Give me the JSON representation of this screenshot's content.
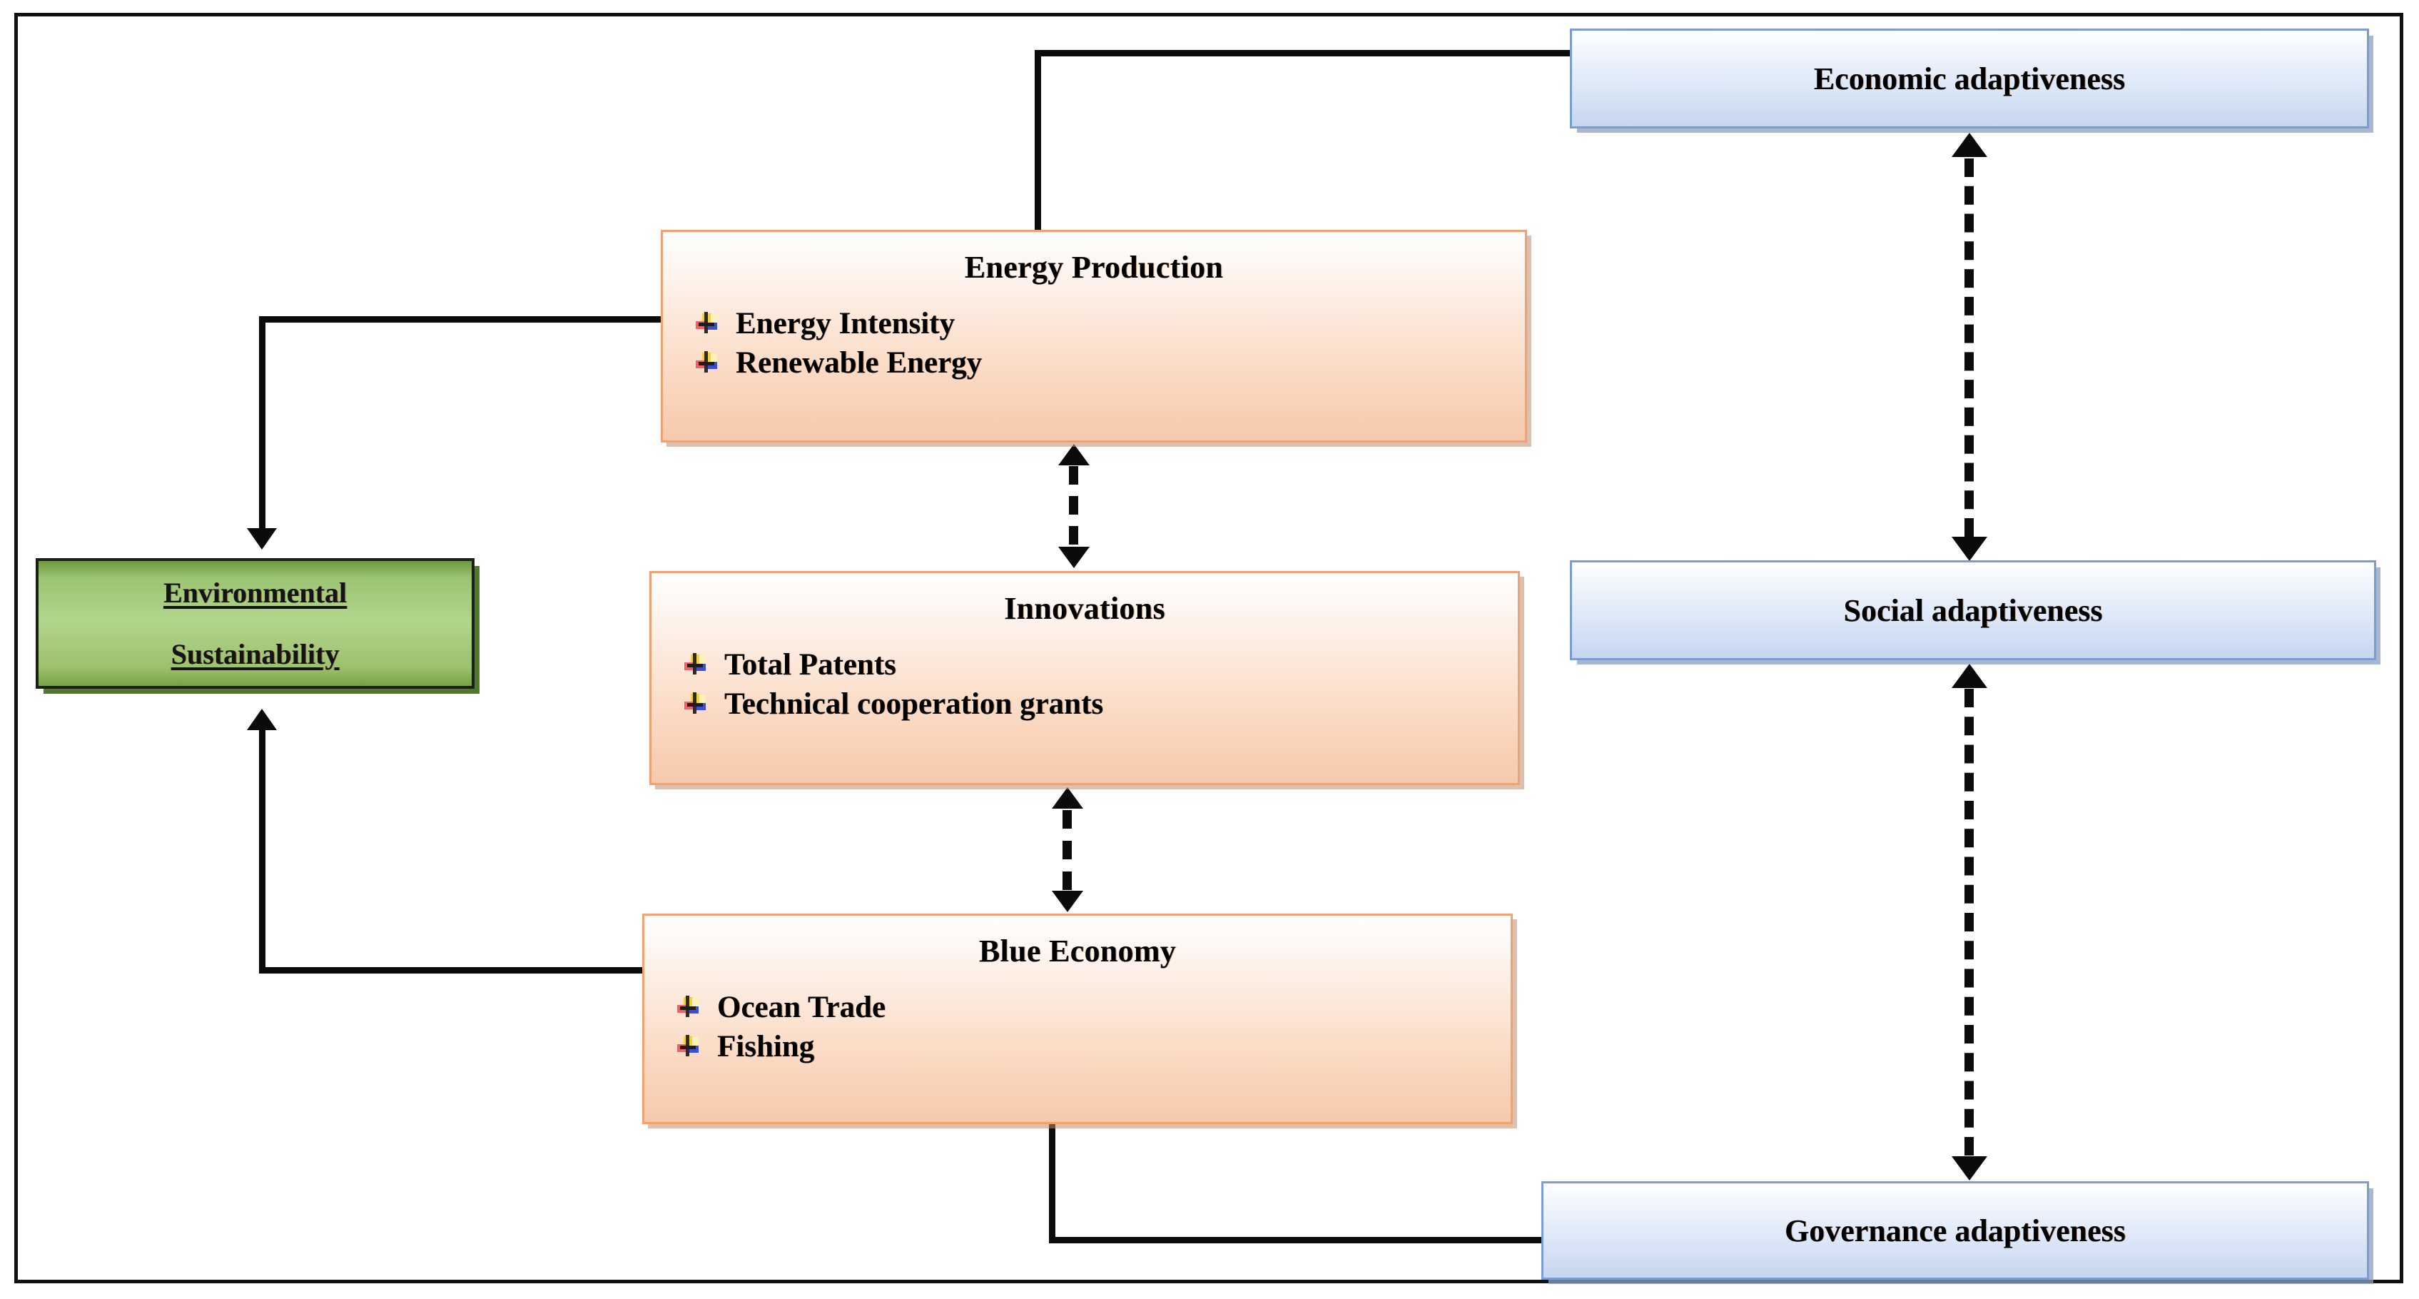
{
  "diagram": {
    "title_shown": false,
    "colors": {
      "driver_fill_top": "#ffffff",
      "driver_fill_bottom": "#f7c9ab",
      "driver_border": "#f2a172",
      "outcome_fill_top": "#ffffff",
      "outcome_fill_bottom": "#c6d6ef",
      "outcome_border": "#7a9ed4",
      "target_fill": "#b2d58d",
      "target_border": "#1d1d1d",
      "connector": "#0b0b0b",
      "frame": "#111111"
    },
    "driver_nodes": [
      {
        "id": "energy-production",
        "title": "Energy Production",
        "items": [
          {
            "bullet": "pinwheel-bullet-icon",
            "label": "Energy Intensity"
          },
          {
            "bullet": "pinwheel-bullet-icon",
            "label": "Renewable Energy"
          }
        ]
      },
      {
        "id": "innovations",
        "title": "Innovations",
        "items": [
          {
            "bullet": "pinwheel-bullet-icon",
            "label": "Total Patents"
          },
          {
            "bullet": "pinwheel-bullet-icon",
            "label": "Technical cooperation grants"
          }
        ]
      },
      {
        "id": "blue-economy",
        "title": "Blue Economy",
        "items": [
          {
            "bullet": "pinwheel-bullet-icon",
            "label": "Ocean Trade"
          },
          {
            "bullet": "pinwheel-bullet-icon",
            "label": "Fishing"
          }
        ]
      }
    ],
    "target_node": {
      "id": "environmental-sustainability",
      "line1": "Environmental",
      "line2": "Sustainability"
    },
    "outcome_nodes": [
      {
        "id": "economic-adaptiveness",
        "label": "Economic adaptiveness"
      },
      {
        "id": "social-adaptiveness",
        "label": "Social adaptiveness"
      },
      {
        "id": "governance-adaptiveness",
        "label": "Governance adaptiveness"
      }
    ],
    "connections": [
      {
        "from": "energy-production",
        "to": "economic-adaptiveness",
        "style": "solid",
        "arrow": "none"
      },
      {
        "from": "energy-production",
        "to": "environmental-sustainability",
        "style": "solid",
        "arrow": "single-down"
      },
      {
        "from": "blue-economy",
        "to": "environmental-sustainability",
        "style": "solid",
        "arrow": "single-up"
      },
      {
        "from": "blue-economy",
        "to": "governance-adaptiveness",
        "style": "solid",
        "arrow": "none"
      },
      {
        "from": "energy-production",
        "to": "innovations",
        "style": "dashed",
        "arrow": "double"
      },
      {
        "from": "innovations",
        "to": "blue-economy",
        "style": "dashed",
        "arrow": "double"
      },
      {
        "from": "economic-adaptiveness",
        "to": "social-adaptiveness",
        "style": "dashed",
        "arrow": "double"
      },
      {
        "from": "social-adaptiveness",
        "to": "governance-adaptiveness",
        "style": "dashed",
        "arrow": "double"
      }
    ]
  }
}
